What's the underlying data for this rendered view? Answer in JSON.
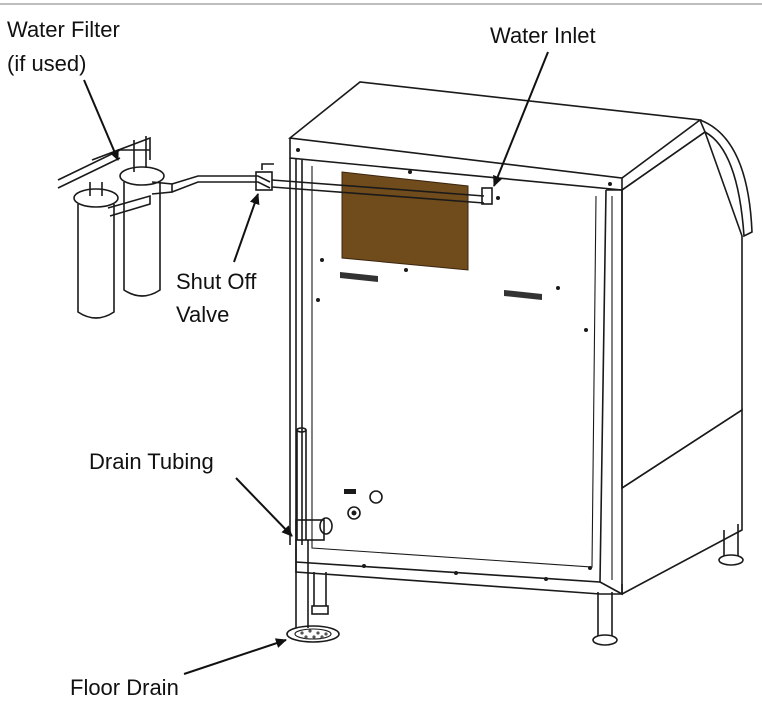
{
  "labels": {
    "water_filter_line1": "Water Filter",
    "water_filter_line2": "(if used)",
    "water_inlet": "Water Inlet",
    "shut_off_valve_line1": "Shut Off",
    "shut_off_valve_line2": "Valve",
    "drain_tubing": "Drain Tubing",
    "floor_drain": "Floor Drain"
  },
  "colors": {
    "panel_plate": "#704b1c",
    "line": "#1a1a1a",
    "background": "#ffffff"
  }
}
